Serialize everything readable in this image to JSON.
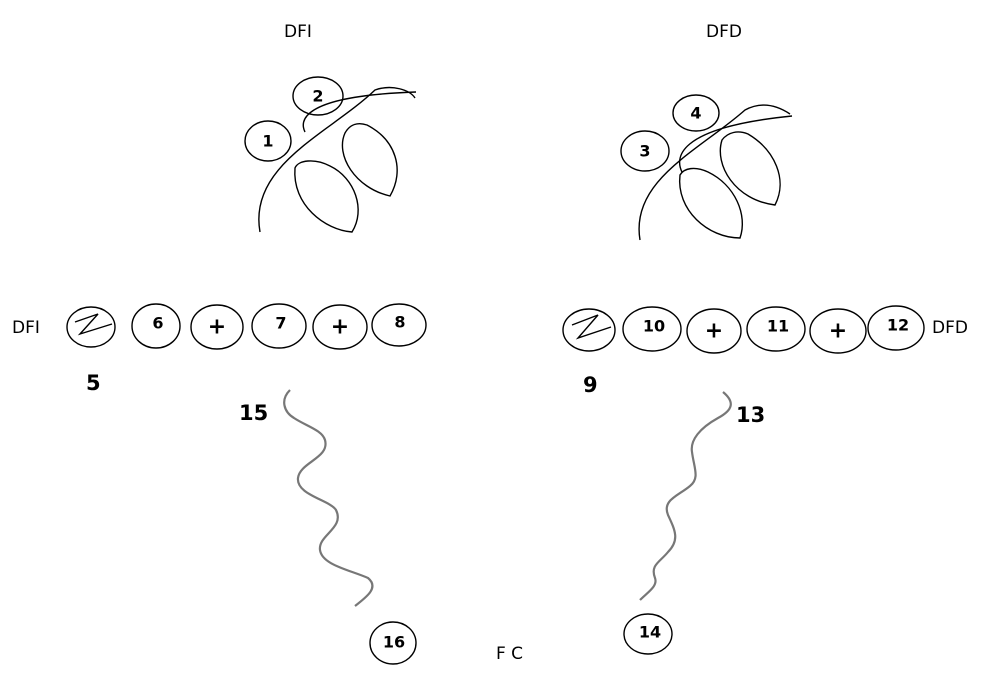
{
  "labels": {
    "top_left": "DFI",
    "top_right": "DFD",
    "row_left": "DFI",
    "row_right": "DFD",
    "bottom": "F C"
  },
  "circles": {
    "c1": "1",
    "c2": "2",
    "c3": "3",
    "c4": "4",
    "c6": "6",
    "c7": "7",
    "c8": "8",
    "c10": "10",
    "c11": "11",
    "c12": "12",
    "c14": "14",
    "c16": "16",
    "plus": "+"
  },
  "numbers": {
    "n5": "5",
    "n9": "9",
    "n13": "13",
    "n15": "15"
  }
}
